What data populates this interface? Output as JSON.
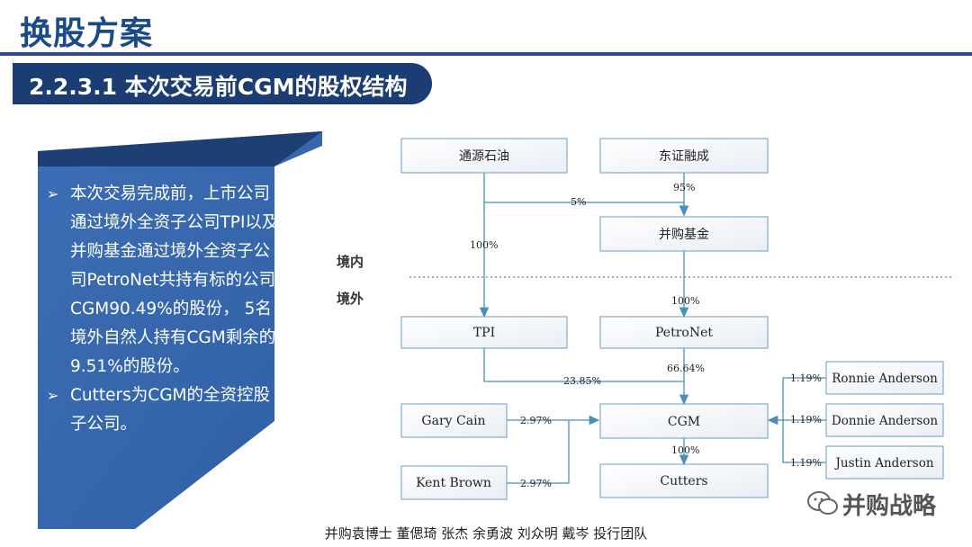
{
  "header": {
    "title": "换股方案",
    "section": "2.2.3.1 本次交易前CGM的股权结构"
  },
  "panel": {
    "bullets": [
      "本次交易完成前，上市公司通过境外全资子公司TPI以及并购基金通过境外全资子公司PetroNet共持有标的公司CGM90.49%的股份， 5名境外自然人持有CGM剩余的9.51%的股份。",
      "Cutters为CGM的全资控股子公司。"
    ]
  },
  "diagram": {
    "zone_domestic": "境内",
    "zone_overseas": "境外",
    "nodes": {
      "tongyuan": "通源石油",
      "dongzheng": "东证融成",
      "fund": "并购基金",
      "tpi": "TPI",
      "petronet": "PetroNet",
      "cgm": "CGM",
      "cutters": "Cutters",
      "gary": "Gary Cain",
      "kent": "Kent Brown",
      "ronnie": "Ronnie Anderson",
      "donnie": "Donnie Anderson",
      "justin": "Justin Anderson"
    },
    "edges": {
      "tongyuan_fund": "5%",
      "dongzheng_fund": "95%",
      "tongyuan_tpi": "100%",
      "fund_petronet": "100%",
      "tpi_cgm": "23.85%",
      "petronet_cgm": "66.64%",
      "gary_cgm": "2.97%",
      "kent_cgm": "2.97%",
      "ronnie_cgm": "1.19%",
      "donnie_cgm": "1.19%",
      "justin_cgm": "1.19%",
      "cgm_cutters": "100%"
    }
  },
  "footer": {
    "credits": "并购袁博士 董偲琦 张杰 余勇波 刘众明 戴岑 投行团队",
    "watermark": "并购战略"
  }
}
